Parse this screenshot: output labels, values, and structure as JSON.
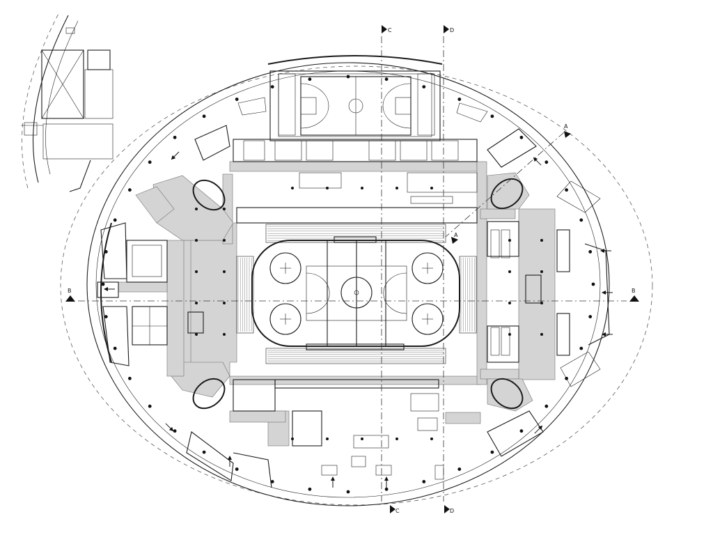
{
  "sections": {
    "A": "A",
    "B": "B",
    "C": "C",
    "D": "D"
  },
  "colors": {
    "line": "#1a1a1a",
    "corridor_fill": "#d4d4d4",
    "background": "#ffffff"
  },
  "icons": [
    "section-marker-icon",
    "entrance-arrow-icon",
    "column-dot-icon"
  ]
}
